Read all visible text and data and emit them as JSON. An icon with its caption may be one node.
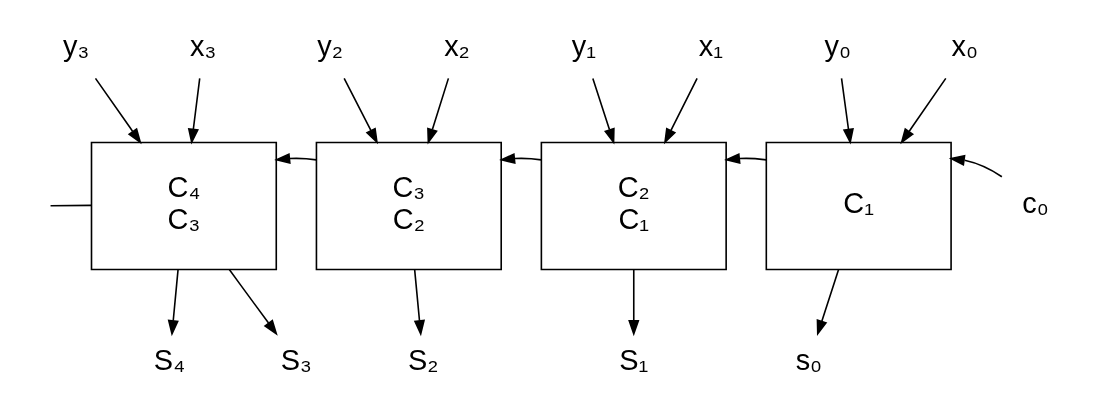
{
  "diagram": {
    "nodes": [
      {
        "text": [
          "y₃"
        ]
      },
      {
        "text": [
          "x₃"
        ]
      },
      {
        "text": [
          "y₂"
        ]
      },
      {
        "text": [
          "x₂"
        ]
      },
      {
        "text": [
          "y₁"
        ]
      },
      {
        "text": [
          "x₁"
        ]
      },
      {
        "text": [
          "y₀"
        ]
      },
      {
        "text": [
          "x₀"
        ]
      },
      {
        "text": [
          "C₄",
          "C₃"
        ]
      },
      {
        "text": [
          "C₃",
          "C₂"
        ]
      },
      {
        "text": [
          "C₂",
          "C₁"
        ]
      },
      {
        "text": [
          "C₁"
        ]
      },
      {
        "text": [
          "c₀"
        ]
      },
      {
        "text": [
          "S₄"
        ]
      },
      {
        "text": [
          "S₃"
        ]
      },
      {
        "text": [
          "S₂"
        ]
      },
      {
        "text": [
          "S₁"
        ]
      },
      {
        "text": [
          "s₀"
        ]
      }
    ],
    "edges": [
      {
        "from": 0,
        "to": 8,
        "arrow": "to"
      },
      {
        "from": 1,
        "to": 8,
        "arrow": "to"
      },
      {
        "from": 2,
        "to": 9,
        "arrow": "to"
      },
      {
        "from": 3,
        "to": 9,
        "arrow": "to"
      },
      {
        "from": 4,
        "to": 10,
        "arrow": "to"
      },
      {
        "from": 5,
        "to": 10,
        "arrow": "to"
      },
      {
        "from": 6,
        "to": 11,
        "arrow": "to"
      },
      {
        "from": 7,
        "to": 11,
        "arrow": "to"
      },
      {
        "from": 11,
        "to": 10,
        "arrow": "to"
      },
      {
        "from": 10,
        "to": 9,
        "arrow": "to"
      },
      {
        "from": 9,
        "to": 8,
        "arrow": "to"
      },
      {
        "from": 12,
        "to": 11,
        "arrow": "to"
      },
      {
        "from": 8,
        "to": null,
        "arrow": "none"
      },
      {
        "from": 8,
        "to": 13,
        "arrow": "to"
      },
      {
        "from": 8,
        "to": 14,
        "arrow": "to"
      },
      {
        "from": 9,
        "to": 15,
        "arrow": "to"
      },
      {
        "from": 10,
        "to": 16,
        "arrow": "to"
      },
      {
        "from": 11,
        "to": 17,
        "arrow": "to"
      }
    ]
  }
}
